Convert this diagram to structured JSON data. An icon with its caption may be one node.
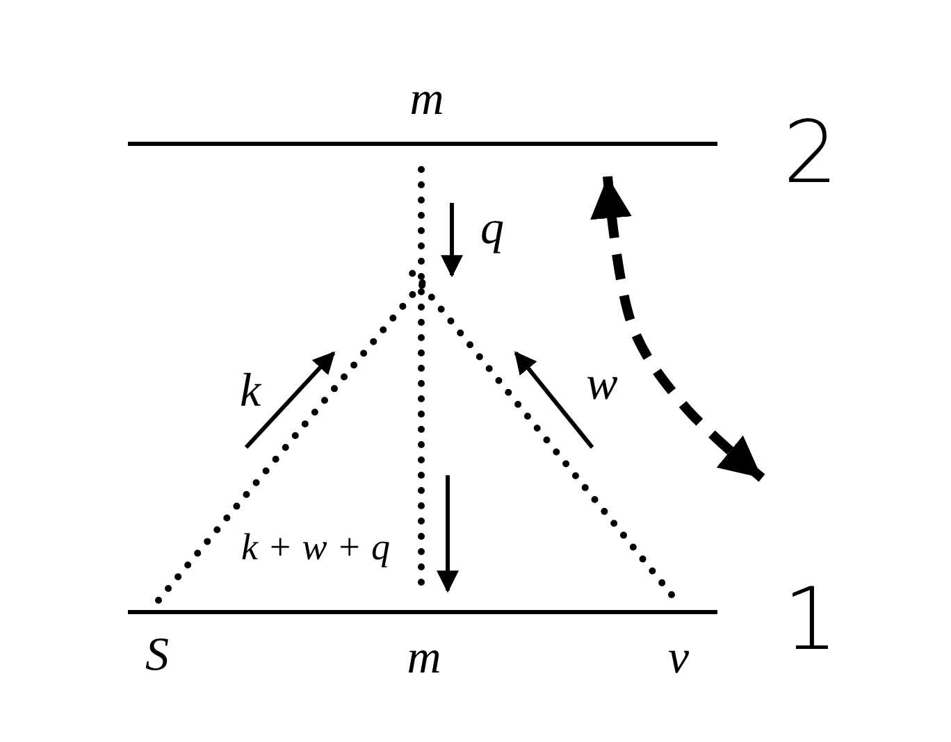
{
  "diagram": {
    "nodes": [
      {
        "text": [],
        "shape": "bar",
        "beside": [
          "m",
          "2"
        ]
      },
      {
        "text": [],
        "shape": "bar",
        "beside": [
          "1",
          "S",
          "m",
          "v"
        ]
      }
    ],
    "edges": [
      {
        "from": 1,
        "to": 0,
        "arrow": "both",
        "style": "dashed"
      }
    ],
    "labels": [
      "q",
      "k",
      "w",
      "k + w + q"
    ]
  }
}
